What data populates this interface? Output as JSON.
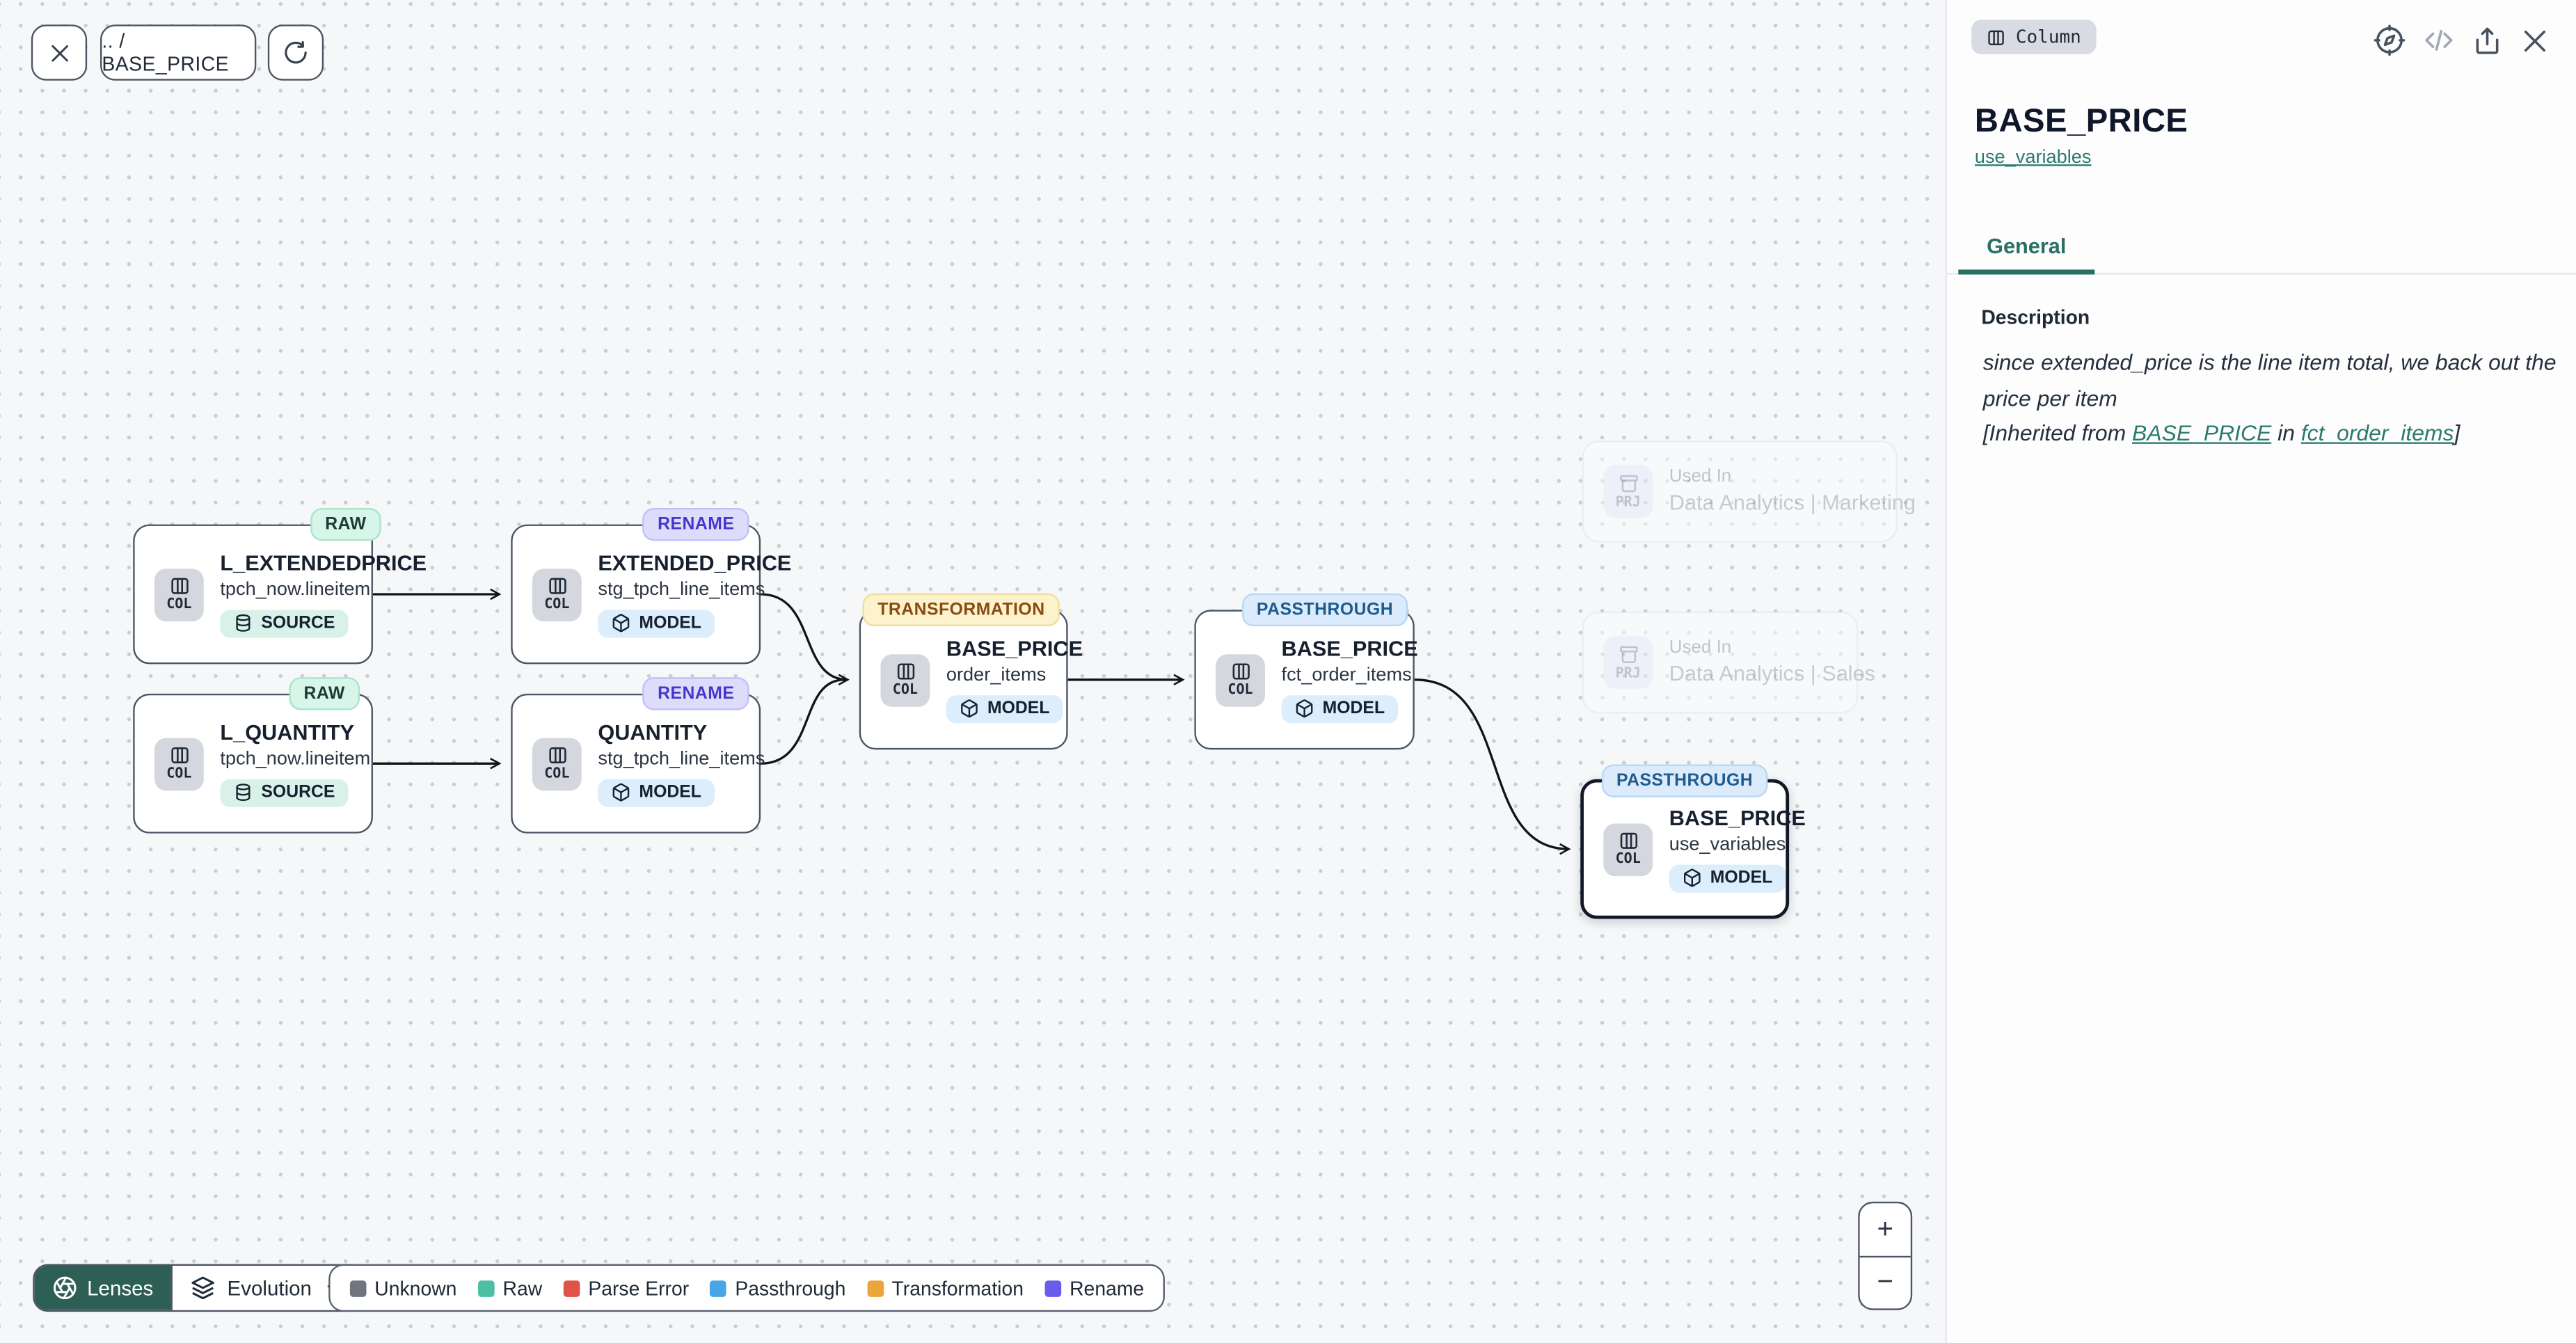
{
  "colors": {
    "accent_teal": "#2a7a6d",
    "lenses_background": "#2d5f55",
    "node_border": "#4b5563",
    "edge": "#101418"
  },
  "toolbar": {
    "breadcrumb": ".. / BASE_PRICE"
  },
  "canvas": {
    "nodes": [
      {
        "tag": "RAW",
        "title": "L_EXTENDEDPRICE",
        "subtitle": "tpch_now.lineitem",
        "badge": "SOURCE",
        "kind": "COL"
      },
      {
        "tag": "RENAME",
        "title": "EXTENDED_PRICE",
        "subtitle": "stg_tpch_line_items",
        "badge": "MODEL",
        "kind": "COL"
      },
      {
        "tag": "RAW",
        "title": "L_QUANTITY",
        "subtitle": "tpch_now.lineitem",
        "badge": "SOURCE",
        "kind": "COL"
      },
      {
        "tag": "RENAME",
        "title": "QUANTITY",
        "subtitle": "stg_tpch_line_items",
        "badge": "MODEL",
        "kind": "COL"
      },
      {
        "tag": "TRANSFORMATION",
        "title": "BASE_PRICE",
        "subtitle": "order_items",
        "badge": "MODEL",
        "kind": "COL"
      },
      {
        "tag": "PASSTHROUGH",
        "title": "BASE_PRICE",
        "subtitle": "fct_order_items",
        "badge": "MODEL",
        "kind": "COL"
      },
      {
        "tag": "PASSTHROUGH",
        "title": "BASE_PRICE",
        "subtitle": "use_variables",
        "badge": "MODEL",
        "kind": "COL"
      }
    ],
    "used_in": [
      {
        "label": "Used In",
        "project": "Data Analytics | Marketing",
        "kind": "PRJ"
      },
      {
        "label": "Used In",
        "project": "Data Analytics | Sales",
        "kind": "PRJ"
      }
    ]
  },
  "footer": {
    "lenses_label": "Lenses",
    "lens_mode": "Evolution",
    "legend": [
      {
        "label": "Unknown",
        "color": "#6f7680"
      },
      {
        "label": "Raw",
        "color": "#4fbfa3"
      },
      {
        "label": "Parse Error",
        "color": "#df5348"
      },
      {
        "label": "Passthrough",
        "color": "#4aa5e8"
      },
      {
        "label": "Transformation",
        "color": "#eba63b"
      },
      {
        "label": "Rename",
        "color": "#695ced"
      }
    ]
  },
  "zoom_controls": {
    "zoom_in": "+",
    "zoom_out": "−"
  },
  "panel": {
    "type_badge": "Column",
    "title": "BASE_PRICE",
    "subtitle_link": "use_variables",
    "tab_general": "General",
    "description_label": "Description",
    "description": "since extended_price is the line item total, we back out the price per item",
    "inherited": {
      "prefix": "[Inherited from ",
      "link_column": "BASE_PRICE",
      "middle": " in ",
      "link_model": "fct_order_items",
      "suffix": "]"
    }
  },
  "icons": [
    "close-icon",
    "refresh-icon",
    "columns-icon",
    "database-icon",
    "cube-icon",
    "project-icon",
    "compass-icon",
    "code-icon",
    "share-icon",
    "aperture-icon",
    "layers-icon",
    "chevron-down-icon",
    "plus-icon",
    "minus-icon"
  ]
}
